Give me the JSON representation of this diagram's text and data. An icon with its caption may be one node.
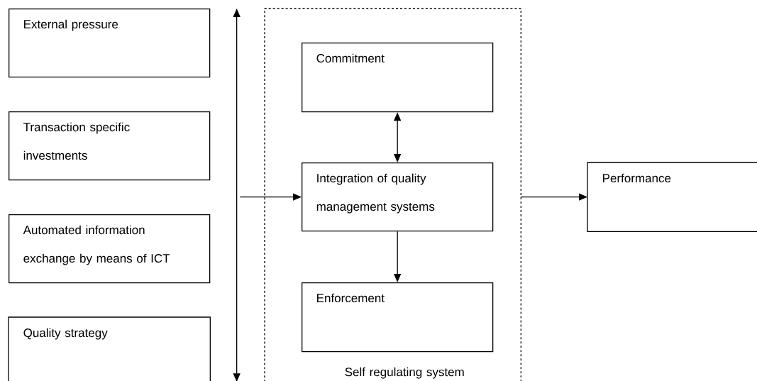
{
  "diagram": {
    "nodes": [
      {
        "text": [
          "External pressure"
        ]
      },
      {
        "text": [
          "Transaction specific investments"
        ]
      },
      {
        "text": [
          "Automated information exchange by means of ICT"
        ]
      },
      {
        "text": [
          "Quality strategy"
        ]
      },
      {
        "text": [],
        "shape": "bar"
      },
      {
        "text": [
          "Self regulating system"
        ]
      },
      {
        "text": [
          "Commitment"
        ],
        "in": 5
      },
      {
        "text": [
          "Integration of quality management systems"
        ],
        "in": 5
      },
      {
        "text": [
          "Enforcement"
        ],
        "in": 5
      },
      {
        "text": [
          "Performance"
        ]
      }
    ],
    "edges": [
      {
        "from": 4,
        "to": 7,
        "arrow": "to"
      },
      {
        "from": 6,
        "to": 7,
        "arrow": "both"
      },
      {
        "from": 7,
        "to": 8,
        "arrow": "to"
      },
      {
        "from": 5,
        "to": 9,
        "arrow": "to"
      }
    ]
  }
}
